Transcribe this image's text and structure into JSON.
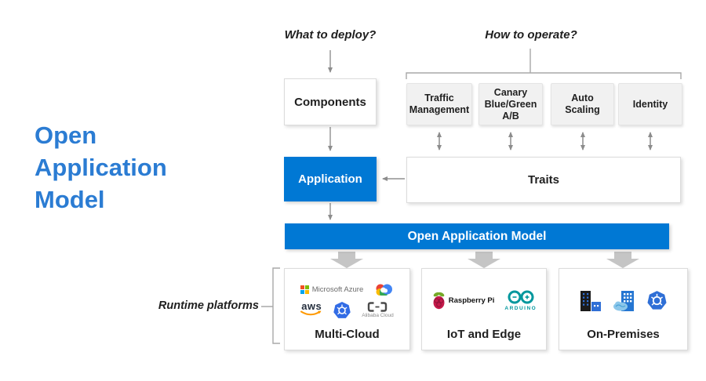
{
  "title": {
    "lines": [
      "Open",
      "Application",
      "Model"
    ]
  },
  "labels": {
    "what_to_deploy": "What to deploy?",
    "how_to_operate": "How to operate?",
    "runtime_platforms": "Runtime platforms"
  },
  "nodes": {
    "components": "Components",
    "application": "Application",
    "traits": "Traits",
    "oam_bar": "Open Application Model"
  },
  "operational_traits": [
    {
      "label": "Traffic Management"
    },
    {
      "label": "Canary Blue/Green A/B"
    },
    {
      "label": "Auto Scaling"
    },
    {
      "label": "Identity"
    }
  ],
  "platforms": [
    {
      "label": "Multi-Cloud"
    },
    {
      "label": "IoT and Edge"
    },
    {
      "label": "On-Premises"
    }
  ],
  "logos": {
    "microsoft_azure": "Microsoft Azure",
    "aws": "aws",
    "alibaba_cloud": "Alibaba Cloud",
    "raspberry_pi": "Raspberry Pi",
    "arduino": "ARDUINO"
  },
  "icons": {
    "multi_cloud": [
      "microsoft-azure-logo",
      "google-cloud-logo",
      "aws-logo",
      "kubernetes-logo",
      "alibaba-cloud-logo"
    ],
    "iot_edge": [
      "raspberry-pi-logo",
      "arduino-logo"
    ],
    "on_premises": [
      "office-building-icon",
      "cloud-datacenter-icon",
      "kubernetes-logo"
    ]
  },
  "colors": {
    "primary_blue": "#0078D4",
    "title_blue": "#2B7CD3",
    "arrow_gray": "#8C8C8C",
    "block_arrow_gray": "#C5C5C5",
    "light_box_gray": "#F1F1F1"
  }
}
